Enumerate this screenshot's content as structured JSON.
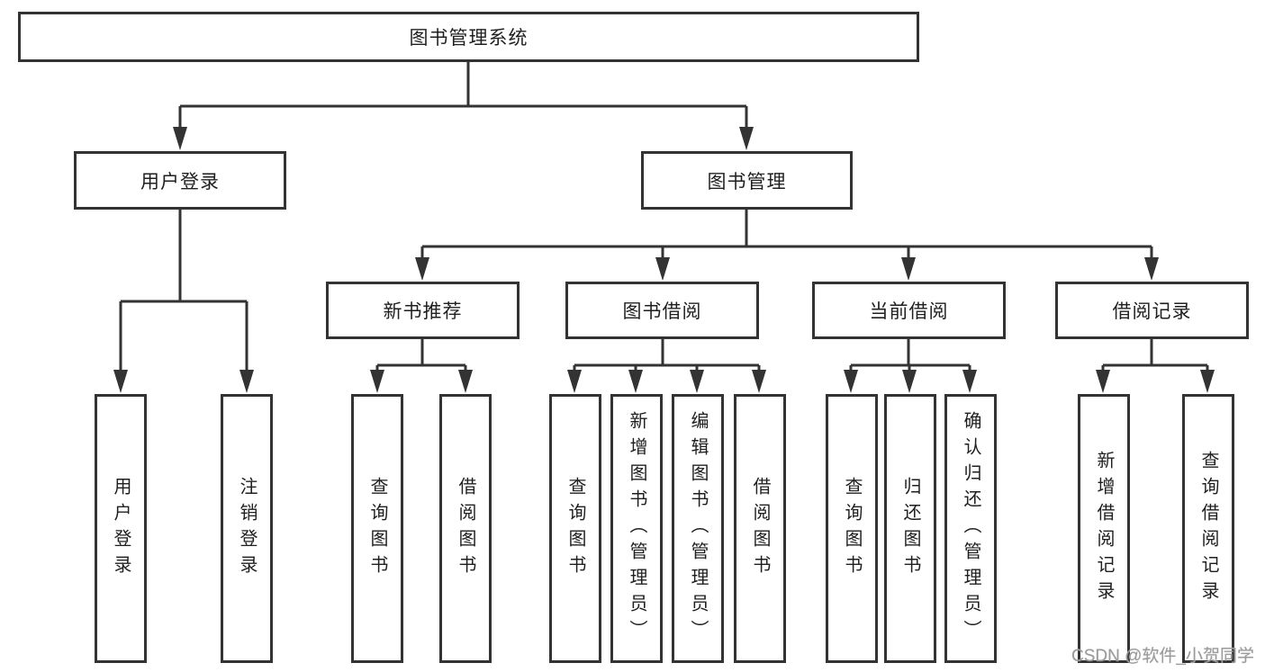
{
  "tree": {
    "label": "图书管理系统",
    "children": [
      {
        "label": "用户登录",
        "children": [
          {
            "label": "用户登录"
          },
          {
            "label": "注销登录"
          }
        ]
      },
      {
        "label": "图书管理",
        "children": [
          {
            "label": "新书推荐",
            "children": [
              {
                "label": "查询图书"
              },
              {
                "label": "借阅图书"
              }
            ]
          },
          {
            "label": "图书借阅",
            "children": [
              {
                "label": "查询图书"
              },
              {
                "label": "新增图书（管理员）"
              },
              {
                "label": "编辑图书（管理员）"
              },
              {
                "label": "借阅图书"
              }
            ]
          },
          {
            "label": "当前借阅",
            "children": [
              {
                "label": "查询图书"
              },
              {
                "label": "归还图书"
              },
              {
                "label": "确认归还（管理员）"
              }
            ]
          },
          {
            "label": "借阅记录",
            "children": [
              {
                "label": "新增借阅记录"
              },
              {
                "label": "查询借阅记录"
              }
            ]
          }
        ]
      }
    ]
  },
  "watermark": {
    "text": "CSDN @软件_小贺同学"
  },
  "colors": {
    "line": "#333333",
    "box_border": "#333333",
    "text": "#1f1f1f",
    "background": "#ffffff",
    "watermark": "#9b9b9b"
  }
}
